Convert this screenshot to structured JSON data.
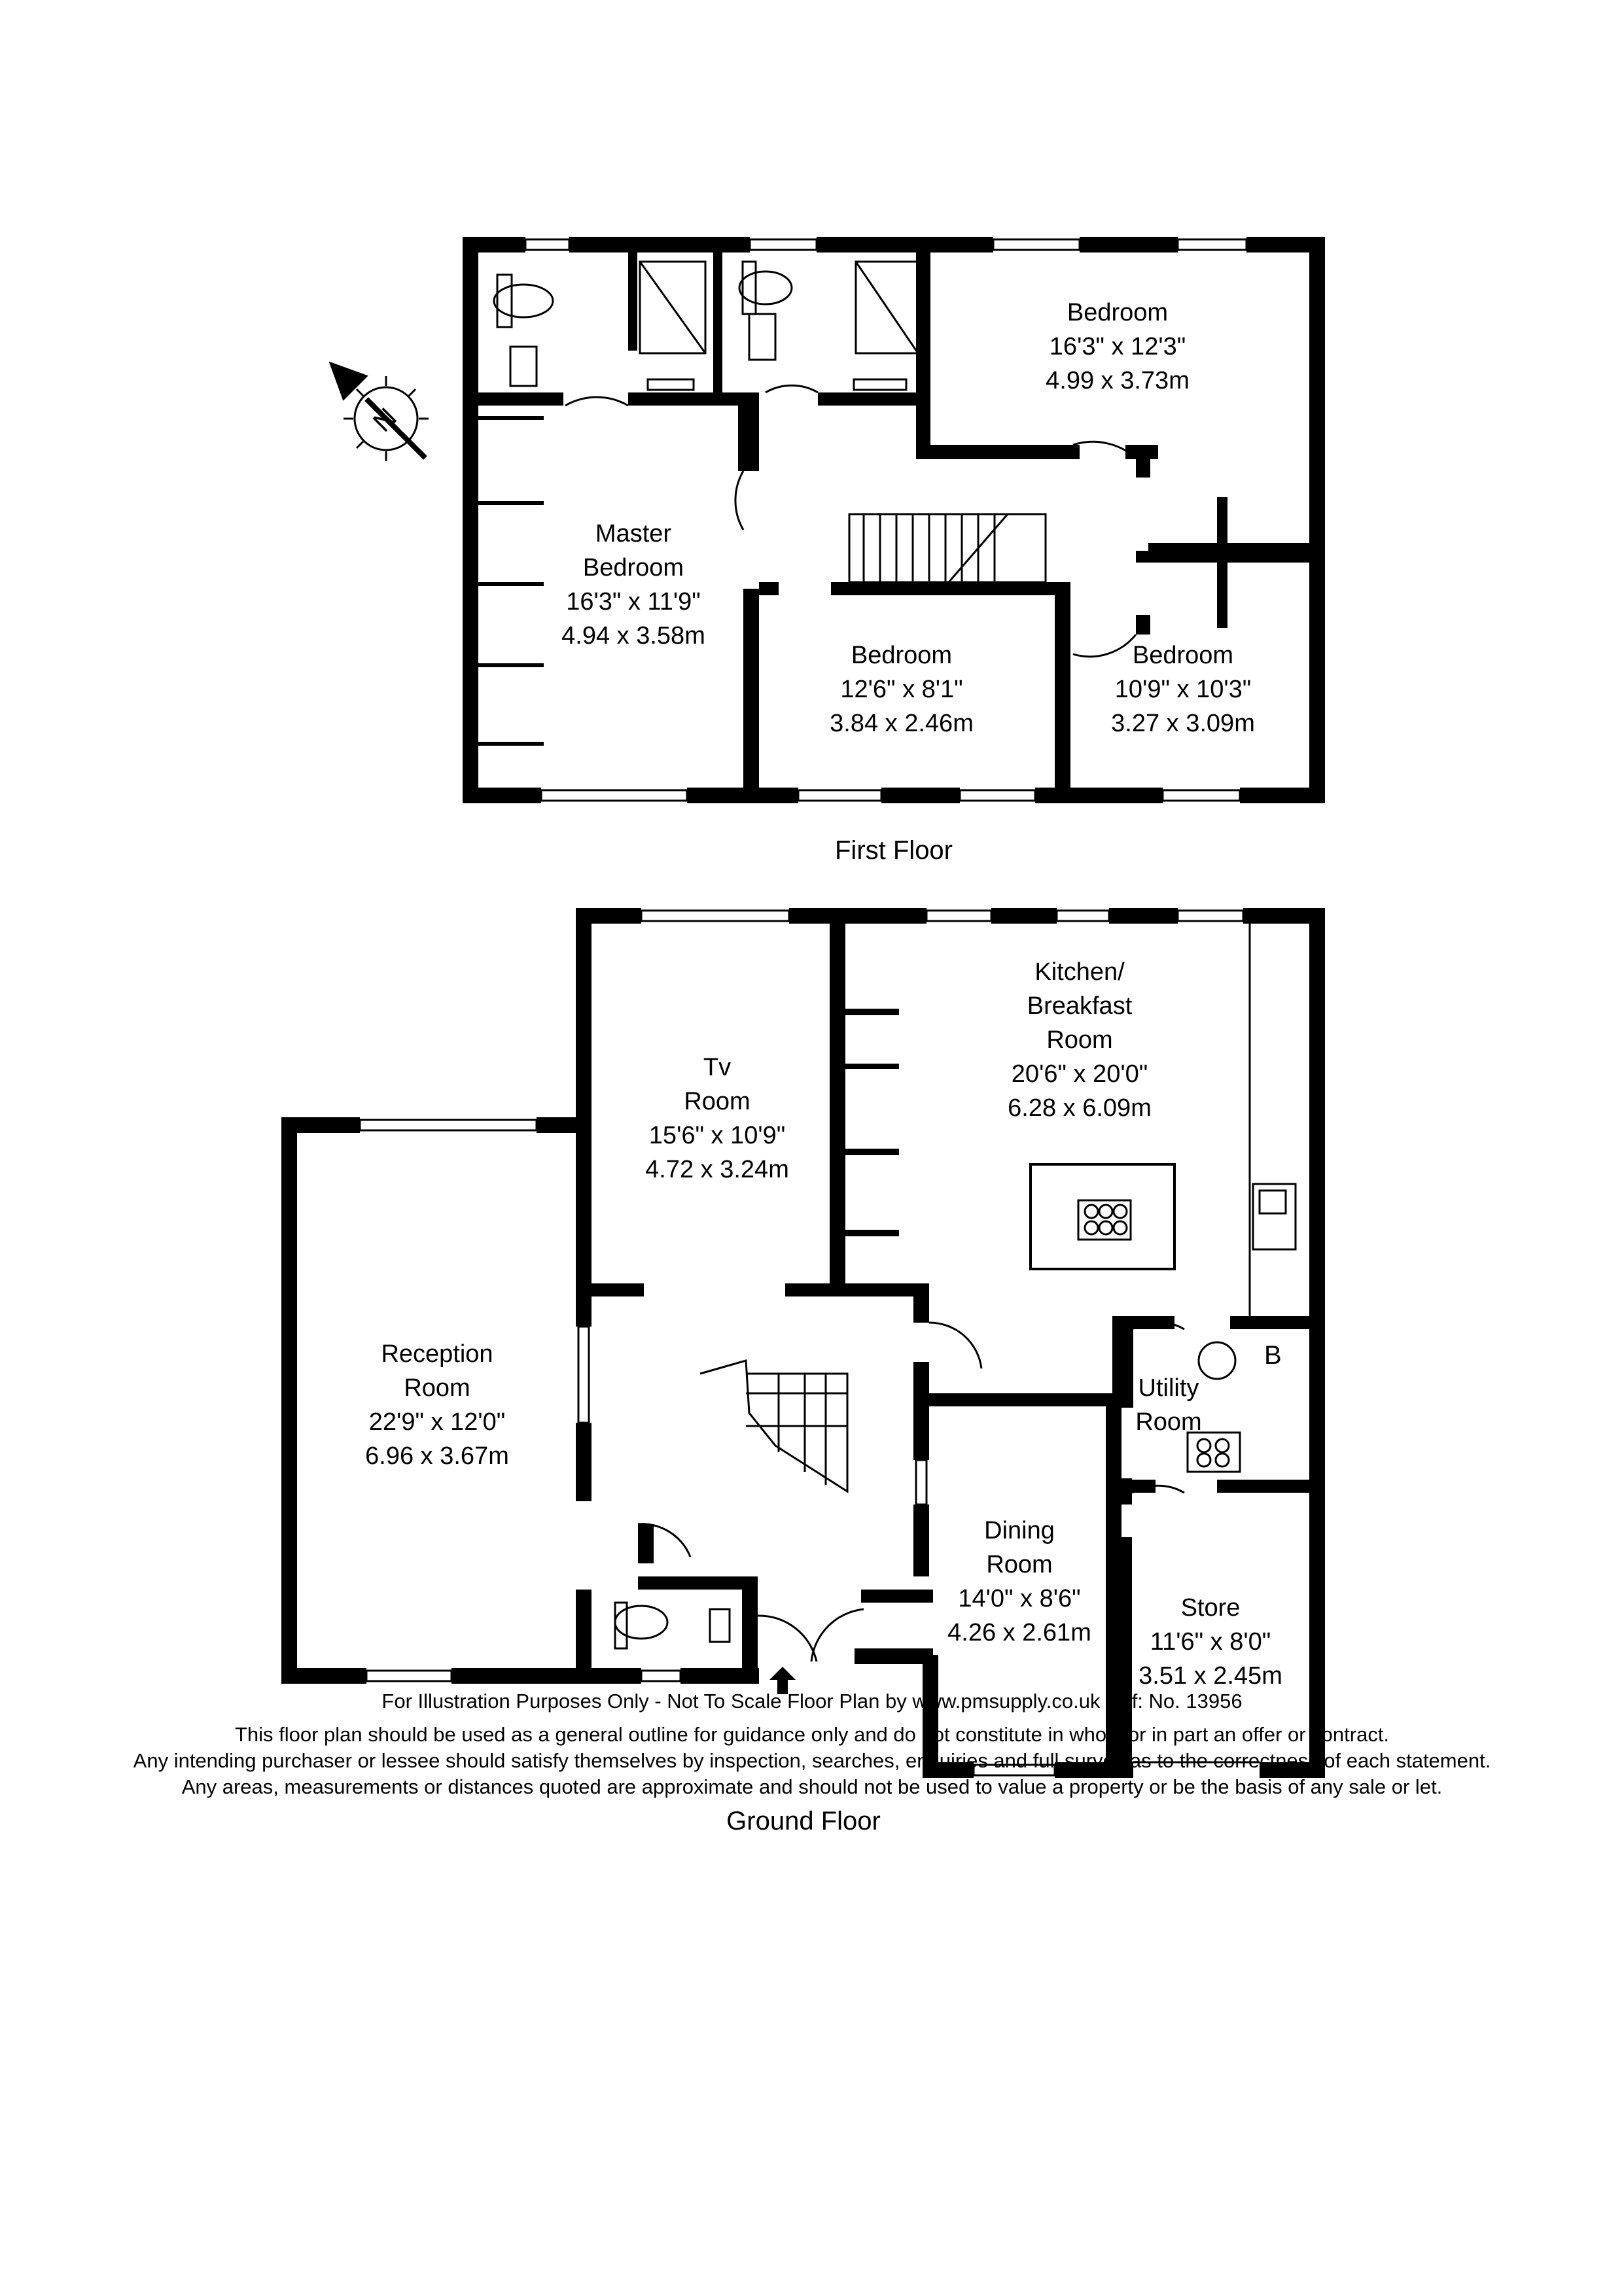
{
  "first_floor": {
    "title": "First Floor",
    "rooms": [
      {
        "id": "bedroom-1",
        "lines": [
          "Bedroom",
          "16'3\" x 12'3\"",
          "4.99 x 3.73m"
        ]
      },
      {
        "id": "master-bedroom",
        "lines": [
          "Master",
          "Bedroom",
          "16'3\" x 11'9\"",
          "4.94 x 3.58m"
        ]
      },
      {
        "id": "bedroom-2",
        "lines": [
          "Bedroom",
          "12'6\" x 8'1\"",
          "3.84 x 2.46m"
        ]
      },
      {
        "id": "bedroom-3",
        "lines": [
          "Bedroom",
          "10'9\" x 10'3\"",
          "3.27 x 3.09m"
        ]
      }
    ]
  },
  "ground_floor": {
    "title": "Ground Floor",
    "rooms": [
      {
        "id": "kitchen",
        "lines": [
          "Kitchen/",
          "Breakfast",
          "Room",
          "20'6\" x 20'0\"",
          "6.28 x 6.09m"
        ]
      },
      {
        "id": "tv-room",
        "lines": [
          "Tv",
          "Room",
          "15'6\" x 10'9\"",
          "4.72 x 3.24m"
        ]
      },
      {
        "id": "reception",
        "lines": [
          "Reception",
          "Room",
          "22'9\" x 12'0\"",
          "6.96 x 3.67m"
        ]
      },
      {
        "id": "utility",
        "lines": [
          "Utility",
          "Room"
        ]
      },
      {
        "id": "dining",
        "lines": [
          "Dining",
          "Room",
          "14'0\" x 8'6\"",
          "4.26 x 2.61m"
        ]
      },
      {
        "id": "store",
        "lines": [
          "Store",
          "11'6\" x 8'0\"",
          "3.51 x 2.45m"
        ]
      }
    ],
    "boiler_mark": "B"
  },
  "compass": {
    "letter": "N",
    "icon": "compass-icon"
  },
  "footer": {
    "credit": "For Illustration Purposes Only - Not To Scale   Floor Plan by  www.pmsupply.co.uk  Ref: No. 13956",
    "disclaimer": [
      "This floor plan should be used as a general outline for guidance only and do not constitute in whole or in part an offer or contract.",
      "Any intending purchaser or lessee should satisfy themselves by inspection, searches, enquiries and full survey as to the correctness of each statement.",
      "Any areas, measurements or distances quoted are approximate and should not be used to value a property or be the basis of any sale or let."
    ]
  }
}
